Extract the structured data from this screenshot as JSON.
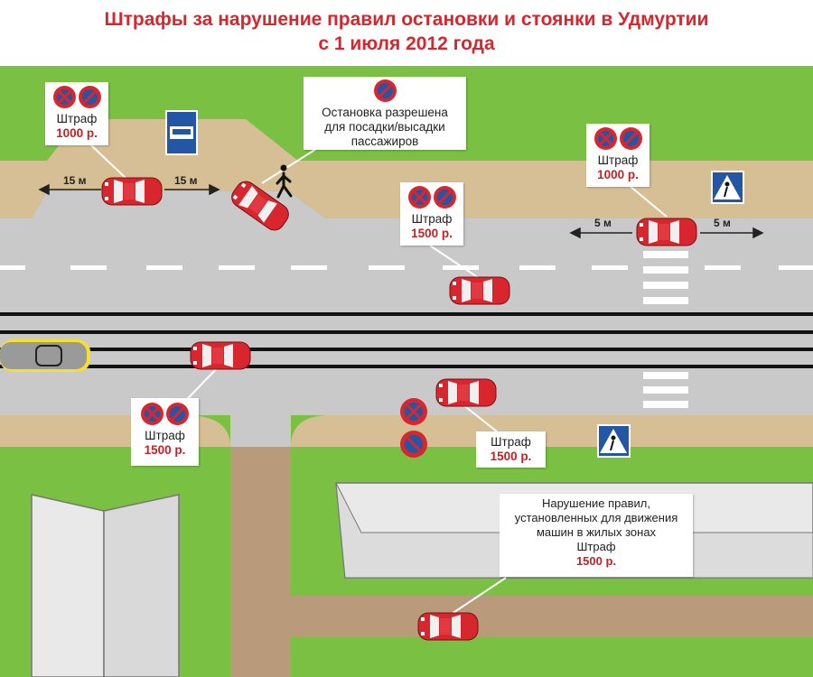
{
  "title": {
    "line1": "Штрафы за нарушение правил остановки и стоянки в Удмуртии",
    "line2": "с 1 июля 2012 года"
  },
  "colors": {
    "title": "#d6262e",
    "grass": "#7ac143",
    "sidewalk": "#d7bf95",
    "road": "#c9c9c9",
    "car": "#d8262e",
    "fine_amount": "#c42026",
    "sign_blue": "#2456a6",
    "sign_red": "#d8262e"
  },
  "callouts": {
    "bus_stop": {
      "label": "Штраф",
      "amount": "1000 р."
    },
    "passengers": {
      "text_lines": [
        "Остановка разрешена",
        "для посадки/высадки",
        "пассажиров"
      ]
    },
    "middle": {
      "label": "Штраф",
      "amount": "1500 р."
    },
    "crossing": {
      "label": "Штраф",
      "amount": "1000 р."
    },
    "tram": {
      "label": "Штраф",
      "amount": "1500 р."
    },
    "intersection": {
      "label": "Штраф",
      "amount": "1500 р."
    },
    "residential": {
      "text_lines": [
        "Нарушение правил,",
        "установленных для движения",
        "машин в жилых зонах",
        "Штраф"
      ],
      "amount": "1500 р."
    }
  },
  "distances": {
    "bus_left": "15 м",
    "bus_right": "15 м",
    "crossing_left": "5 м",
    "crossing_right": "5 м"
  },
  "icons": [
    "no-stopping-sign-icon",
    "no-parking-sign-icon",
    "bus-stop-sign-icon",
    "pedestrian-crossing-sign-icon",
    "pedestrian-icon",
    "tram-icon",
    "car-icon"
  ]
}
